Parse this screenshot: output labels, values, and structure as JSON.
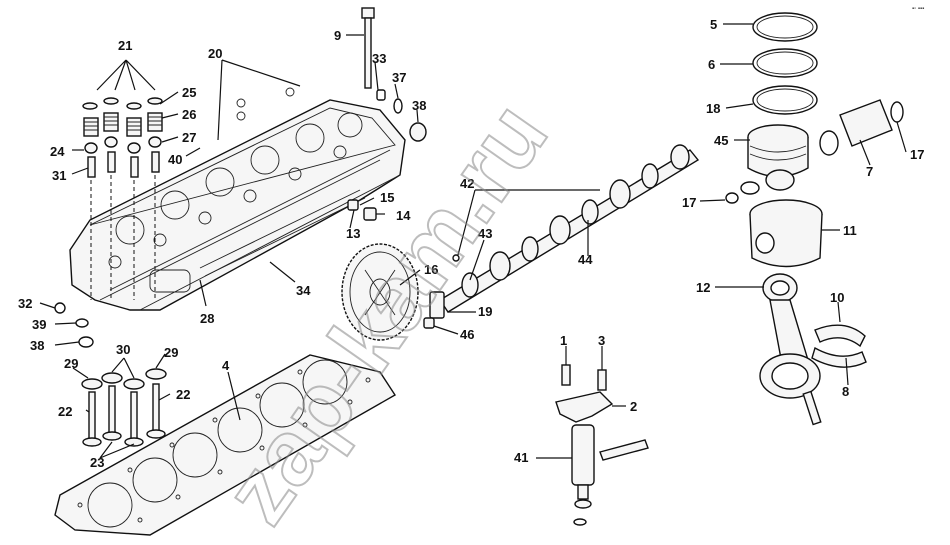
{
  "watermark": "zap-kam.ru",
  "corner_mark": "▪▫ ▪▪▪",
  "callouts": [
    {
      "id": "c1",
      "label": "1"
    },
    {
      "id": "c2",
      "label": "2"
    },
    {
      "id": "c3",
      "label": "3"
    },
    {
      "id": "c4",
      "label": "4"
    },
    {
      "id": "c5",
      "label": "5"
    },
    {
      "id": "c6",
      "label": "6"
    },
    {
      "id": "c7",
      "label": "7"
    },
    {
      "id": "c8",
      "label": "8"
    },
    {
      "id": "c9",
      "label": "9"
    },
    {
      "id": "c10",
      "label": "10"
    },
    {
      "id": "c11",
      "label": "11"
    },
    {
      "id": "c12",
      "label": "12"
    },
    {
      "id": "c13",
      "label": "13"
    },
    {
      "id": "c14",
      "label": "14"
    },
    {
      "id": "c15",
      "label": "15"
    },
    {
      "id": "c16",
      "label": "16"
    },
    {
      "id": "c17a",
      "label": "17"
    },
    {
      "id": "c17b",
      "label": "17"
    },
    {
      "id": "c18",
      "label": "18"
    },
    {
      "id": "c19",
      "label": "19"
    },
    {
      "id": "c20",
      "label": "20"
    },
    {
      "id": "c21",
      "label": "21"
    },
    {
      "id": "c22a",
      "label": "22"
    },
    {
      "id": "c22b",
      "label": "22"
    },
    {
      "id": "c23",
      "label": "23"
    },
    {
      "id": "c24",
      "label": "24"
    },
    {
      "id": "c25",
      "label": "25"
    },
    {
      "id": "c26",
      "label": "26"
    },
    {
      "id": "c27",
      "label": "27"
    },
    {
      "id": "c28",
      "label": "28"
    },
    {
      "id": "c29a",
      "label": "29"
    },
    {
      "id": "c29b",
      "label": "29"
    },
    {
      "id": "c30",
      "label": "30"
    },
    {
      "id": "c31",
      "label": "31"
    },
    {
      "id": "c32",
      "label": "32"
    },
    {
      "id": "c33",
      "label": "33"
    },
    {
      "id": "c34",
      "label": "34"
    },
    {
      "id": "c37",
      "label": "37"
    },
    {
      "id": "c38a",
      "label": "38"
    },
    {
      "id": "c38b",
      "label": "38"
    },
    {
      "id": "c39",
      "label": "39"
    },
    {
      "id": "c40",
      "label": "40"
    },
    {
      "id": "c41",
      "label": "41"
    },
    {
      "id": "c42",
      "label": "42"
    },
    {
      "id": "c43",
      "label": "43"
    },
    {
      "id": "c44",
      "label": "44"
    },
    {
      "id": "c45",
      "label": "45"
    },
    {
      "id": "c46",
      "label": "46"
    }
  ]
}
